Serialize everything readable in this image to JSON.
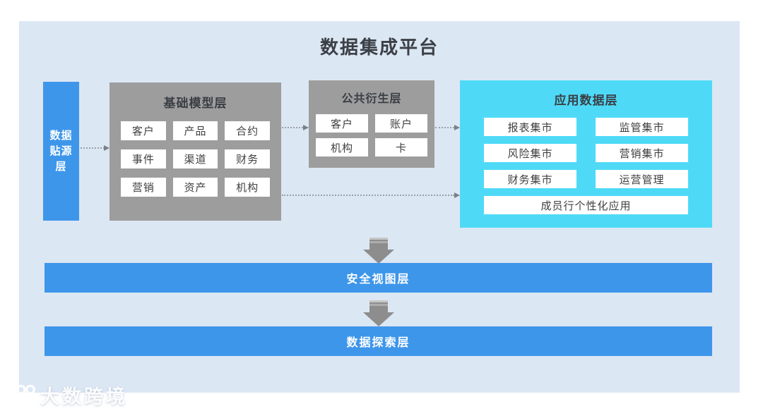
{
  "title": "数据集成平台",
  "layers": {
    "source": {
      "label": "数据贴源层",
      "label_multiline": "数据\n贴源\n层"
    },
    "base": {
      "title": "基础模型层",
      "items": [
        "客户",
        "产品",
        "合约",
        "事件",
        "渠道",
        "财务",
        "营销",
        "资产",
        "机构"
      ]
    },
    "derived": {
      "title": "公共衍生层",
      "items": [
        "客户",
        "账户",
        "机构",
        "卡"
      ]
    },
    "application": {
      "title": "应用数据层",
      "items": [
        "报表集市",
        "监管集市",
        "风险集市",
        "营销集市",
        "财务集市",
        "运营管理"
      ],
      "wide_item": "成员行个性化应用"
    },
    "security": {
      "label": "安全视图层"
    },
    "explore": {
      "label": "数据探索层"
    }
  },
  "icons": {
    "down_arrow": "thick-down-arrow",
    "dotted_arrow": "dotted-right-arrow",
    "watermark_logo": "100-swirl-logo"
  },
  "watermark": {
    "text": "大数跨境"
  },
  "colors": {
    "panel_bg": "#DCE7F4",
    "primary_blue": "#3E96EA",
    "cyan": "#4EDAF7",
    "box_gray": "#9D9D9D",
    "cell_white": "#FFFFFF",
    "text_dark": "#3B3F46",
    "arrow_gray": "#8D8D8D",
    "dotted_gray": "#9AA0A6"
  }
}
